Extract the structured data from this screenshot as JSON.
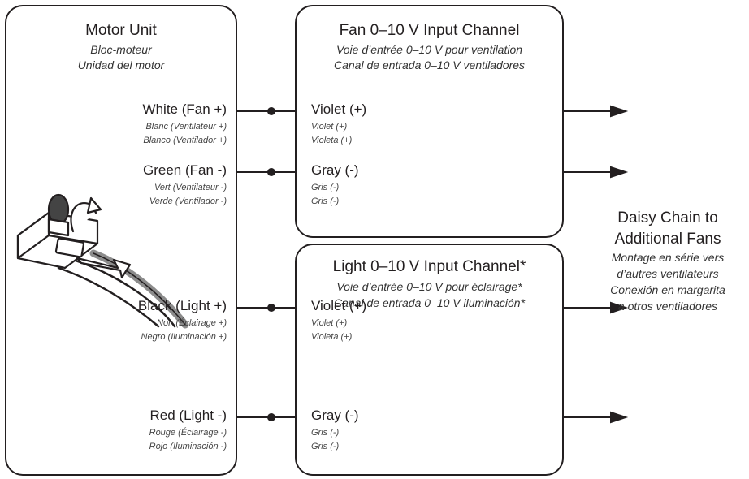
{
  "motor_unit": {
    "title": "Motor Unit",
    "title_fr": "Bloc-moteur",
    "title_es": "Unidad del motor",
    "wires": [
      {
        "en": "White (Fan +)",
        "fr": "Blanc (Ventilateur +)",
        "es": "Blanco (Ventilador +)"
      },
      {
        "en": "Green (Fan -)",
        "fr": "Vert (Ventilateur -)",
        "es": "Verde (Ventilador -)"
      },
      {
        "en": "Black (Light +)",
        "fr": "Noir (Éclairage +)",
        "es": "Negro (Iluminación +)"
      },
      {
        "en": "Red (Light -)",
        "fr": "Rouge (Éclairage -)",
        "es": "Rojo (Iluminación -)"
      }
    ]
  },
  "fan_channel": {
    "title": "Fan 0–10 V Input Channel",
    "title_fr": "Voie d’entrée 0–10 V pour ventilation",
    "title_es": "Canal de entrada 0–10 V ventiladores",
    "wires": [
      {
        "en": "Violet (+)",
        "fr": "Violet (+)",
        "es": "Violeta (+)"
      },
      {
        "en": "Gray (-)",
        "fr": "Gris (-)",
        "es": "Gris (-)"
      }
    ]
  },
  "light_channel": {
    "title": "Light 0–10 V Input Channel*",
    "title_fr": "Voie d’entrée 0–10 V pour éclairage*",
    "title_es": "Canal de entrada 0–10 V iluminación*",
    "wires": [
      {
        "en": "Violet (+)",
        "fr": "Violet (+)",
        "es": "Violeta (+)"
      },
      {
        "en": "Gray (-)",
        "fr": "Gris (-)",
        "es": "Gris (-)"
      }
    ]
  },
  "daisy_chain": {
    "title_line1": "Daisy Chain to",
    "title_line2": "Additional Fans",
    "fr_line1": "Montage en série vers",
    "fr_line2": "d’autres ventilateurs",
    "es_line1": "Conexión en margarita",
    "es_line2": "a otros ventiladores"
  },
  "colors": {
    "stroke": "#231f20",
    "connector_fill": "#ffffff",
    "wire_gray": "#8c8c8c"
  }
}
